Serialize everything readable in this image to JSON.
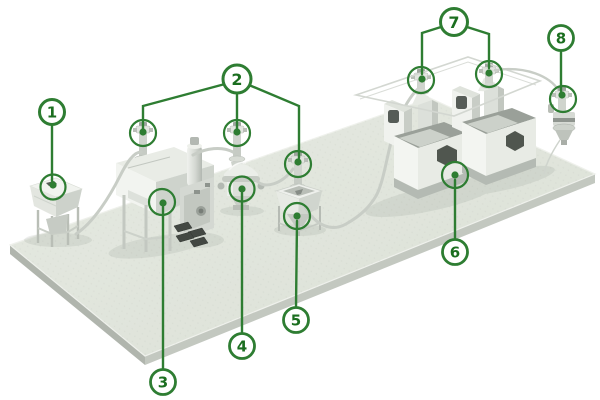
{
  "diagram": {
    "background_color": "#ffffff",
    "colors": {
      "accent_green": "#2e7d32",
      "number_green": "#1b6e1f",
      "platform_top": "#e0e5dc",
      "machine_light": "#f2f4f0",
      "machine_mid": "#c9cec8"
    },
    "callouts": [
      {
        "label": "1"
      },
      {
        "label": "2"
      },
      {
        "label": "3"
      },
      {
        "label": "4"
      },
      {
        "label": "5"
      },
      {
        "label": "6"
      },
      {
        "label": "7"
      },
      {
        "label": "8"
      }
    ]
  }
}
